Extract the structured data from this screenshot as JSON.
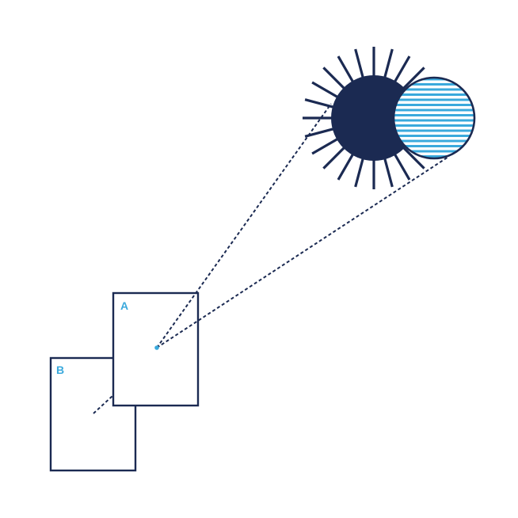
{
  "colors": {
    "navy": "#1b2a52",
    "light_blue": "#3aa9dc",
    "background": "#ffffff"
  },
  "labels": {
    "panel_a": "A",
    "panel_b": "B"
  },
  "sun": {
    "ray_count": 24,
    "icon": "sun-icon"
  },
  "moon": {
    "icon": "moon-icon",
    "pattern": "horizontal-stripes"
  }
}
